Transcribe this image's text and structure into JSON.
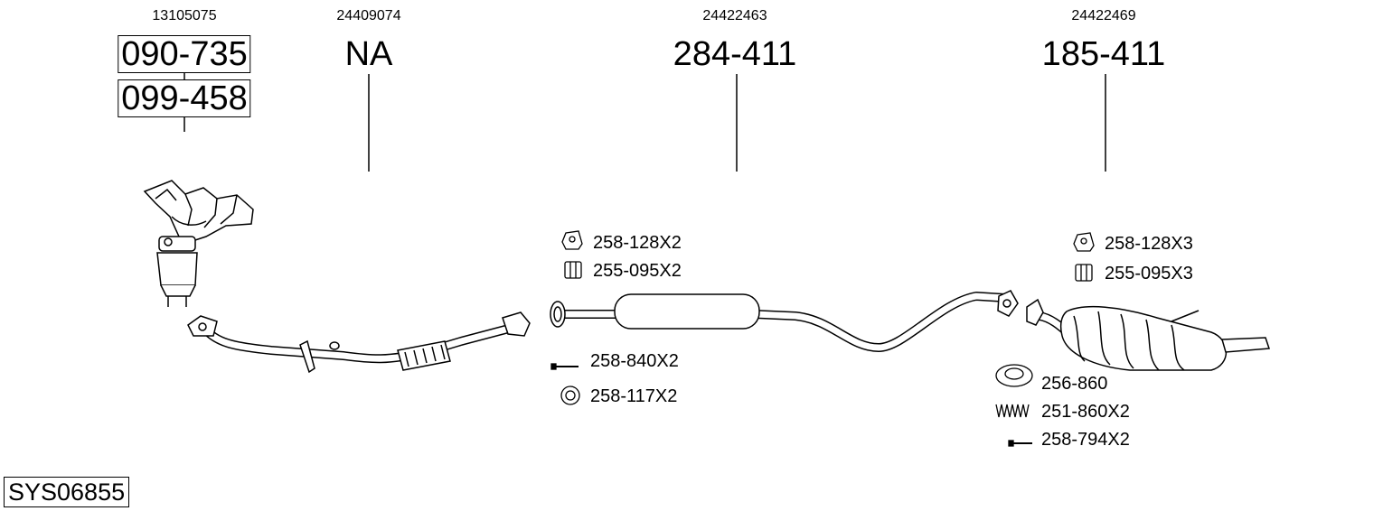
{
  "groups": [
    {
      "oe": "13105075",
      "parts": [
        "090-735",
        "099-458"
      ]
    },
    {
      "oe": "24409074",
      "parts": [
        "NA"
      ]
    },
    {
      "oe": "24422463",
      "parts": [
        "284-411"
      ]
    },
    {
      "oe": "24422469",
      "parts": [
        "185-411"
      ]
    }
  ],
  "accessories_mid": [
    {
      "label": "258-128X2",
      "icon": "rubber-hanger-icon"
    },
    {
      "label": "255-095X2",
      "icon": "rubber-mount-icon"
    },
    {
      "label": "258-840X2",
      "icon": "bolt-icon"
    },
    {
      "label": "258-117X2",
      "icon": "ring-gasket-icon"
    }
  ],
  "accessories_right": [
    {
      "label": "258-128X3",
      "icon": "rubber-hanger-icon"
    },
    {
      "label": "255-095X3",
      "icon": "rubber-mount-icon"
    },
    {
      "label": "256-860",
      "icon": "sealing-ring-icon"
    },
    {
      "label": "251-860X2",
      "icon": "spring-icon"
    },
    {
      "label": "258-794X2",
      "icon": "bolt-icon"
    }
  ],
  "system_code": "SYS06855"
}
